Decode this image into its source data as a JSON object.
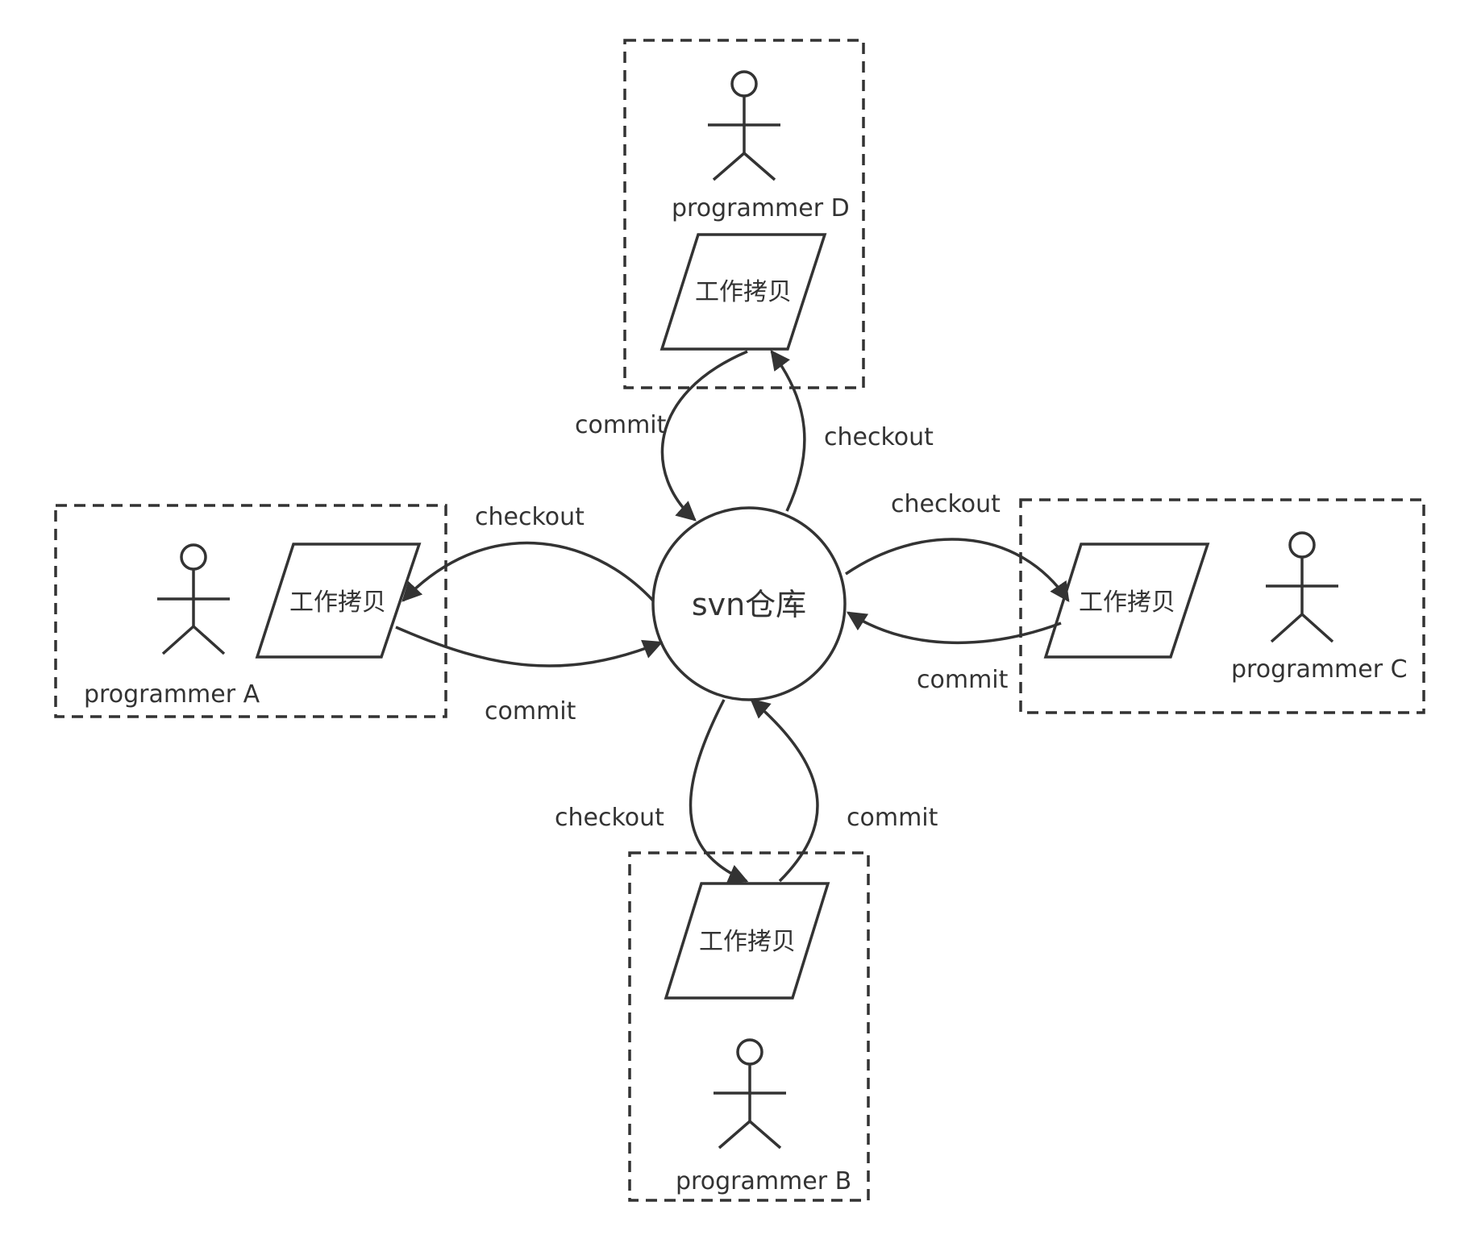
{
  "diagram": {
    "repository": {
      "label": "svn仓库"
    },
    "working_copy_label": "工作拷贝",
    "groups": [
      {
        "id": "D",
        "programmer": "programmer D",
        "checkout": "checkout",
        "commit": "commit"
      },
      {
        "id": "A",
        "programmer": "programmer A",
        "checkout": "checkout",
        "commit": "commit"
      },
      {
        "id": "C",
        "programmer": "programmer C",
        "checkout": "checkout",
        "commit": "commit"
      },
      {
        "id": "B",
        "programmer": "programmer B",
        "checkout": "checkout",
        "commit": "commit"
      }
    ],
    "colors": {
      "stroke": "#333333",
      "background": "#ffffff"
    }
  }
}
